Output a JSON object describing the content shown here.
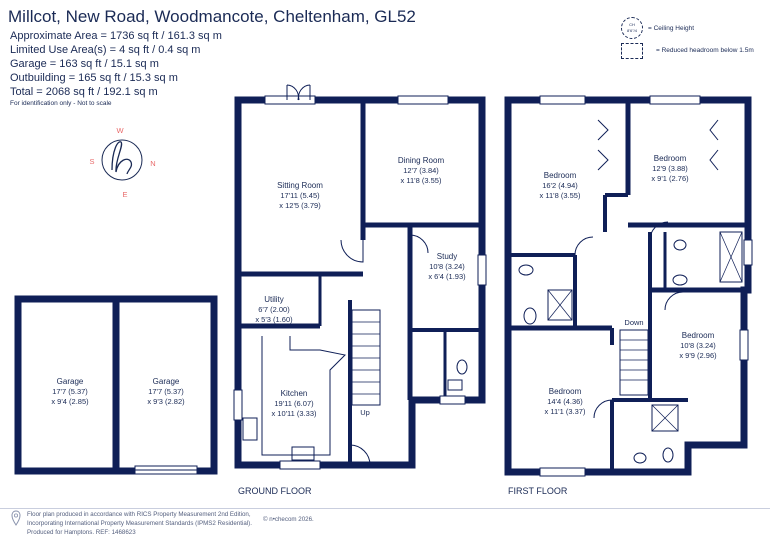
{
  "header": {
    "title": "Millcot, New Road, Woodmancote, Cheltenham, GL52",
    "lines": [
      "Approximate Area = 1736 sq ft / 161.3 sq m",
      "Limited Use Area(s) = 4 sq ft / 0.4 sq m",
      "Garage = 163 sq ft / 15.1 sq m",
      "Outbuilding = 165 sq ft / 15.3 sq m",
      "Total = 2068 sq ft / 192.1 sq m"
    ],
    "note": "For identification only - Not to scale"
  },
  "legend": {
    "circle_text": "CH\n8'6\"/4",
    "ceiling": "= Ceiling Height",
    "reduced": "= Reduced headroom below 1.5m"
  },
  "compass": {
    "n": "N",
    "e": "E",
    "s": "S",
    "w": "W"
  },
  "colors": {
    "wall": "#0f1f57",
    "text": "#1a2a55"
  },
  "rooms": {
    "sitting": {
      "name": "Sitting Room",
      "dim1": "17'11 (5.45)",
      "dim2": "x 12'5 (3.79)"
    },
    "dining": {
      "name": "Dining Room",
      "dim1": "12'7 (3.84)",
      "dim2": "x 11'8 (3.55)"
    },
    "study": {
      "name": "Study",
      "dim1": "10'8 (3.24)",
      "dim2": "x 6'4 (1.93)"
    },
    "utility": {
      "name": "Utility",
      "dim1": "6'7 (2.00)",
      "dim2": "x 5'3 (1.60)"
    },
    "kitchen": {
      "name": "Kitchen",
      "dim1": "19'11 (6.07)",
      "dim2": "x 10'11 (3.33)"
    },
    "garage1": {
      "name": "Garage",
      "dim1": "17'7 (5.37)",
      "dim2": "x 9'4 (2.85)"
    },
    "garage2": {
      "name": "Garage",
      "dim1": "17'7 (5.37)",
      "dim2": "x 9'3 (2.82)"
    },
    "bed1": {
      "name": "Bedroom",
      "dim1": "16'2 (4.94)",
      "dim2": "x 11'8 (3.55)"
    },
    "bed2": {
      "name": "Bedroom",
      "dim1": "12'9 (3.88)",
      "dim2": "x 9'1 (2.76)"
    },
    "bed3": {
      "name": "Bedroom",
      "dim1": "10'8 (3.24)",
      "dim2": "x 9'9 (2.96)"
    },
    "bed4": {
      "name": "Bedroom",
      "dim1": "14'4 (4.36)",
      "dim2": "x 11'1 (3.37)"
    }
  },
  "stairs": {
    "up": "Up",
    "down": "Down"
  },
  "floors": {
    "ground": "GROUND FLOOR",
    "first": "FIRST FLOOR"
  },
  "footer": {
    "lines": [
      "Floor plan produced in accordance with RICS Property Measurement 2nd Edition,",
      "Incorporating International Property Measurement Standards (IPMS2 Residential).",
      "Produced for Hamptons.  REF: 1468623"
    ],
    "copyright": "© n•checom 2026."
  }
}
